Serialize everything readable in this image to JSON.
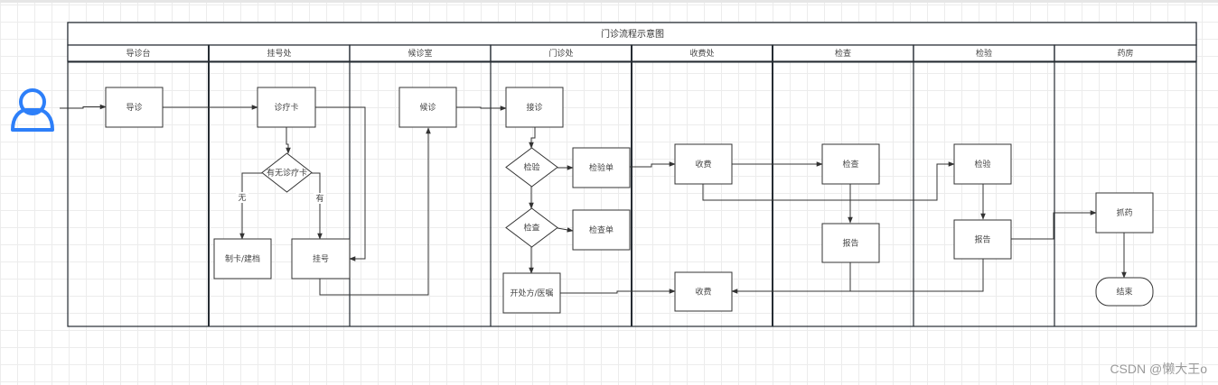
{
  "title": "门诊流程示意图",
  "actor": {
    "icon": "user-icon",
    "color": "#2d7ff9"
  },
  "lanes": [
    {
      "id": "guide",
      "label": "导诊台"
    },
    {
      "id": "register",
      "label": "挂号处"
    },
    {
      "id": "waiting",
      "label": "候诊室"
    },
    {
      "id": "clinic",
      "label": "门诊处"
    },
    {
      "id": "cashier",
      "label": "收费处"
    },
    {
      "id": "exam",
      "label": "检查"
    },
    {
      "id": "lab",
      "label": "检验"
    },
    {
      "id": "pharmacy",
      "label": "药房"
    }
  ],
  "nodes": [
    {
      "id": "n_guide",
      "type": "process",
      "label": "导诊"
    },
    {
      "id": "n_card",
      "type": "process",
      "label": "诊疗卡"
    },
    {
      "id": "n_hascard",
      "type": "decision",
      "label": "有无诊疗卡"
    },
    {
      "id": "n_makecard",
      "type": "process",
      "label": "制卡/建档"
    },
    {
      "id": "n_register",
      "type": "process",
      "label": "挂号"
    },
    {
      "id": "n_wait",
      "type": "process",
      "label": "候诊"
    },
    {
      "id": "n_consult",
      "type": "process",
      "label": "接诊"
    },
    {
      "id": "n_d_lab",
      "type": "decision",
      "label": "检验"
    },
    {
      "id": "n_labform",
      "type": "process",
      "label": "检验单"
    },
    {
      "id": "n_d_exam",
      "type": "decision",
      "label": "检查"
    },
    {
      "id": "n_examform",
      "type": "process",
      "label": "检查单"
    },
    {
      "id": "n_rx",
      "type": "process",
      "label": "开处方/医嘱"
    },
    {
      "id": "n_pay1",
      "type": "process",
      "label": "收费"
    },
    {
      "id": "n_pay2",
      "type": "process",
      "label": "收费"
    },
    {
      "id": "n_exam",
      "type": "process",
      "label": "检查"
    },
    {
      "id": "n_examreport",
      "type": "process",
      "label": "报告"
    },
    {
      "id": "n_lab",
      "type": "process",
      "label": "检验"
    },
    {
      "id": "n_labreport",
      "type": "process",
      "label": "报告"
    },
    {
      "id": "n_dispense",
      "type": "process",
      "label": "抓药"
    },
    {
      "id": "n_end",
      "type": "terminator",
      "label": "结束"
    }
  ],
  "edge_labels": {
    "no": "无",
    "yes": "有"
  },
  "colors": {
    "line": "#333333",
    "lane_border": "#262c33",
    "node_fill": "#ffffff"
  },
  "watermark": "CSDN @懒大王o"
}
